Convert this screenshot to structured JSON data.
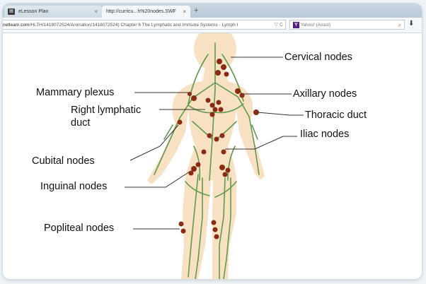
{
  "browser": {
    "tabs": [
      {
        "title": "eLesson Plan",
        "close": "×"
      },
      {
        "title": "http://curricu...h%20nodes.SWF",
        "close": "×"
      }
    ],
    "new_tab": "+",
    "url": {
      "domain": "netlearn.com",
      "path": "/HLTH/1418072524/Animation/1418072524) Chapter 6 The Lymphatic and Immune Systems - Lymph I",
      "icons": "▽ C"
    },
    "search": {
      "provider_icon": "Y",
      "placeholder": "Yahoo! (Avast)",
      "icon": "⌕"
    },
    "download_icon": "⬇"
  },
  "diagram": {
    "labels": {
      "cervical": "Cervical nodes",
      "mammary": "Mammary plexus",
      "axillary": "Axillary nodes",
      "right_lymphatic": "Right lymphatic",
      "right_lymphatic_2": "duct",
      "thoracic": "Thoracic duct",
      "iliac": "Iliac nodes",
      "cubital": "Cubital nodes",
      "inguinal": "Inguinal nodes",
      "popliteal": "Popliteal nodes"
    },
    "colors": {
      "skin": "#f8e1c2",
      "vessel": "#5e9a4a",
      "node": "#8b2b12"
    }
  }
}
